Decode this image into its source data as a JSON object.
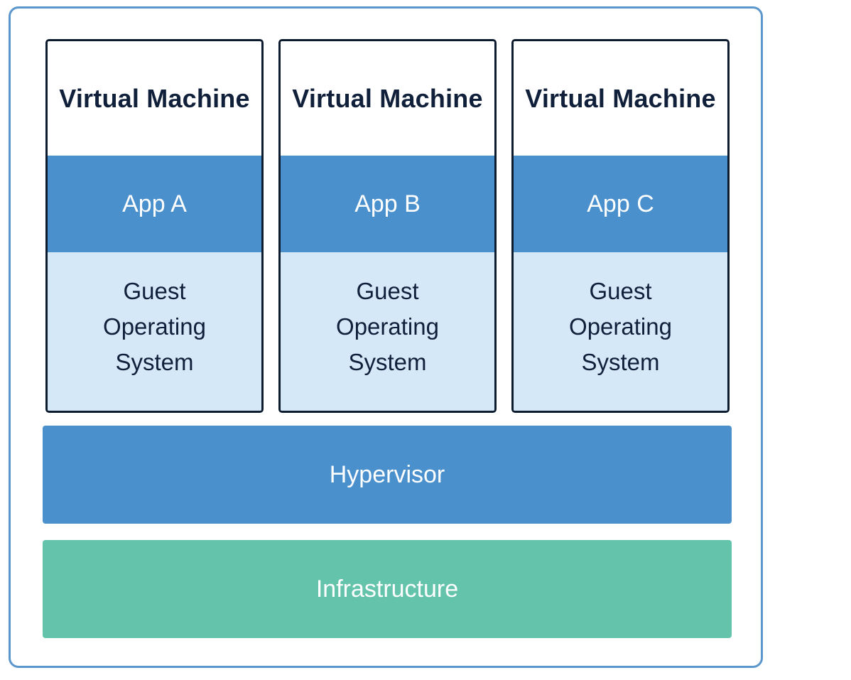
{
  "colors": {
    "frame_border": "#5b97cc",
    "vm_border": "#0d1b2e",
    "app_blue": "#4a90cd",
    "os_light_blue": "#d4e8f8",
    "hypervisor_blue": "#4a90cd",
    "infrastructure_green": "#64c3ab",
    "dark_text": "#10203a"
  },
  "vms": [
    {
      "title": "Virtual Machine",
      "app": "App A",
      "os": [
        "Guest",
        "Operating",
        "System"
      ]
    },
    {
      "title": "Virtual Machine",
      "app": "App B",
      "os": [
        "Guest",
        "Operating",
        "System"
      ]
    },
    {
      "title": "Virtual Machine",
      "app": "App C",
      "os": [
        "Guest",
        "Operating",
        "System"
      ]
    }
  ],
  "hypervisor": {
    "label": "Hypervisor"
  },
  "infrastructure": {
    "label": "Infrastructure"
  }
}
